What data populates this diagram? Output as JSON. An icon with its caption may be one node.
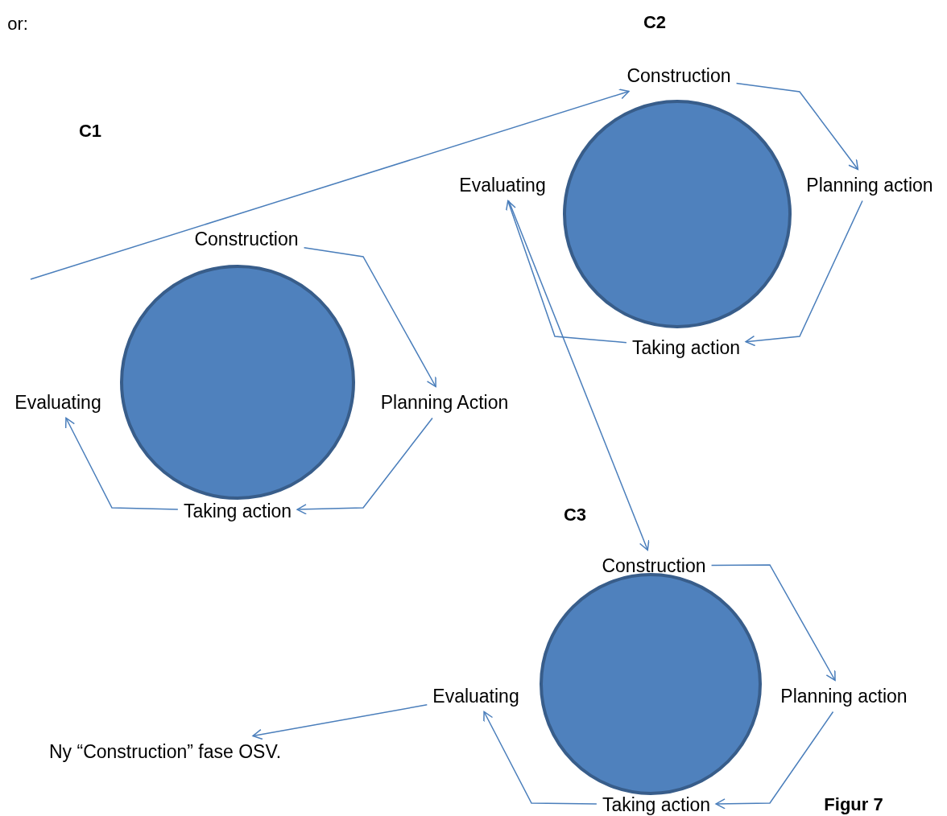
{
  "diagram": {
    "nodes": [
      {
        "text": [
          "Construction"
        ]
      },
      {
        "text": [
          "Evaluating"
        ]
      },
      {
        "text": [
          "Planning action"
        ]
      },
      {
        "text": [],
        "shape": "circle"
      },
      {
        "text": [
          "Construction"
        ]
      },
      {
        "text": [
          "Taking action"
        ]
      },
      {
        "text": [],
        "shape": "circle"
      },
      {
        "text": [
          "Evaluating"
        ]
      },
      {
        "text": [
          "Planning Action"
        ]
      },
      {
        "text": [
          "Taking action"
        ]
      },
      {
        "text": [
          "Construction"
        ]
      },
      {
        "text": [],
        "shape": "circle"
      },
      {
        "text": [
          "Evaluating"
        ]
      },
      {
        "text": [
          "Planning action"
        ]
      },
      {
        "text": [
          "Ny “Construction” fase OSV."
        ]
      },
      {
        "text": [
          "Taking action"
        ]
      }
    ],
    "edges": [
      {
        "from": null,
        "to": 0,
        "arrow": "to"
      },
      {
        "from": 4,
        "to": 8,
        "arrow": "to"
      },
      {
        "from": 8,
        "to": 9,
        "arrow": "to"
      },
      {
        "from": 9,
        "to": 7,
        "arrow": "to"
      },
      {
        "from": 0,
        "to": 2,
        "arrow": "to"
      },
      {
        "from": 2,
        "to": 5,
        "arrow": "to"
      },
      {
        "from": 5,
        "to": 1,
        "arrow": "to"
      },
      {
        "from": 1,
        "to": 10,
        "arrow": "to"
      },
      {
        "from": 10,
        "to": 13,
        "arrow": "to"
      },
      {
        "from": 13,
        "to": 15,
        "arrow": "to"
      },
      {
        "from": 15,
        "to": 12,
        "arrow": "to"
      },
      {
        "from": 12,
        "to": 14,
        "arrow": "to"
      }
    ],
    "labels": [
      "or:",
      "C2",
      "C1",
      "C3",
      "Figur 7"
    ]
  }
}
